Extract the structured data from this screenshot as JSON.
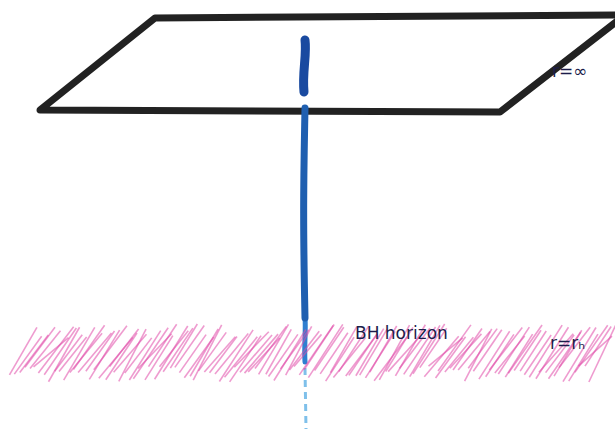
{
  "diagram": {
    "nodes": [
      {
        "text": [
          "r=∞"
        ]
      },
      {
        "text": [
          "BH horizon",
          "r=rₕ"
        ]
      }
    ],
    "edges": [
      {
        "from": 0,
        "to": 1,
        "arrow": "none"
      }
    ]
  }
}
